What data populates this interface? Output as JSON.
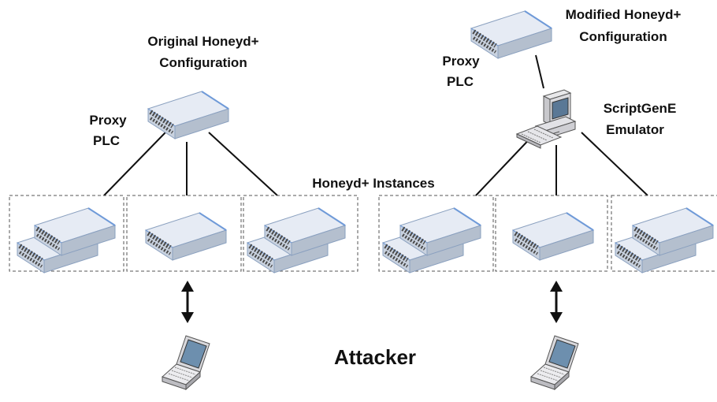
{
  "labels": {
    "original_config_line1": "Original Honeyd+",
    "original_config_line2": "Configuration",
    "modified_config_line1": "Modified Honeyd+",
    "modified_config_line2": "Configuration",
    "proxy_line1": "Proxy",
    "proxy_line2": "PLC",
    "emulator_line1": "ScriptGenE",
    "emulator_line2": "Emulator",
    "instances": "Honeyd+ Instances",
    "attacker": "Attacker"
  },
  "colors": {
    "server_top": "#e6ebf4",
    "server_front": "#c9d2df",
    "server_edge": "#8aa0bf",
    "server_accent": "#6f9ad8",
    "bays": "#4a4a4a",
    "line": "#111111",
    "box_border": "#555555"
  },
  "icons": [
    "server-icon",
    "stacked-servers-icon",
    "desktop-computer-icon",
    "keyboard-icon",
    "laptop-icon",
    "double-arrow-icon"
  ]
}
